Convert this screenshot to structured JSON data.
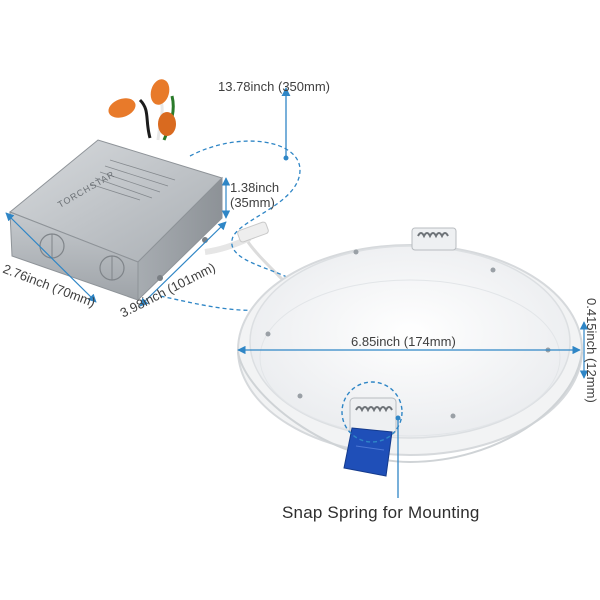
{
  "dimensions": {
    "cable_length": "13.78inch (350mm)",
    "box_height_line1": "1.38inch",
    "box_height_line2": "(35mm)",
    "box_width": "2.76inch (70mm)",
    "box_length": "3.98inch (101mm)",
    "panel_diameter": "6.85inch (174mm)",
    "panel_thickness": "0.415inch (12mm)"
  },
  "caption": "Snap Spring for Mounting",
  "box_brand": "TORCHSTAR",
  "colors": {
    "dimension_line": "#2f86c6",
    "clip": "#1f4fb8",
    "wire_nut": "#e87a2a",
    "box_metal": "#b9bec3",
    "panel": "#f4f5f6"
  }
}
